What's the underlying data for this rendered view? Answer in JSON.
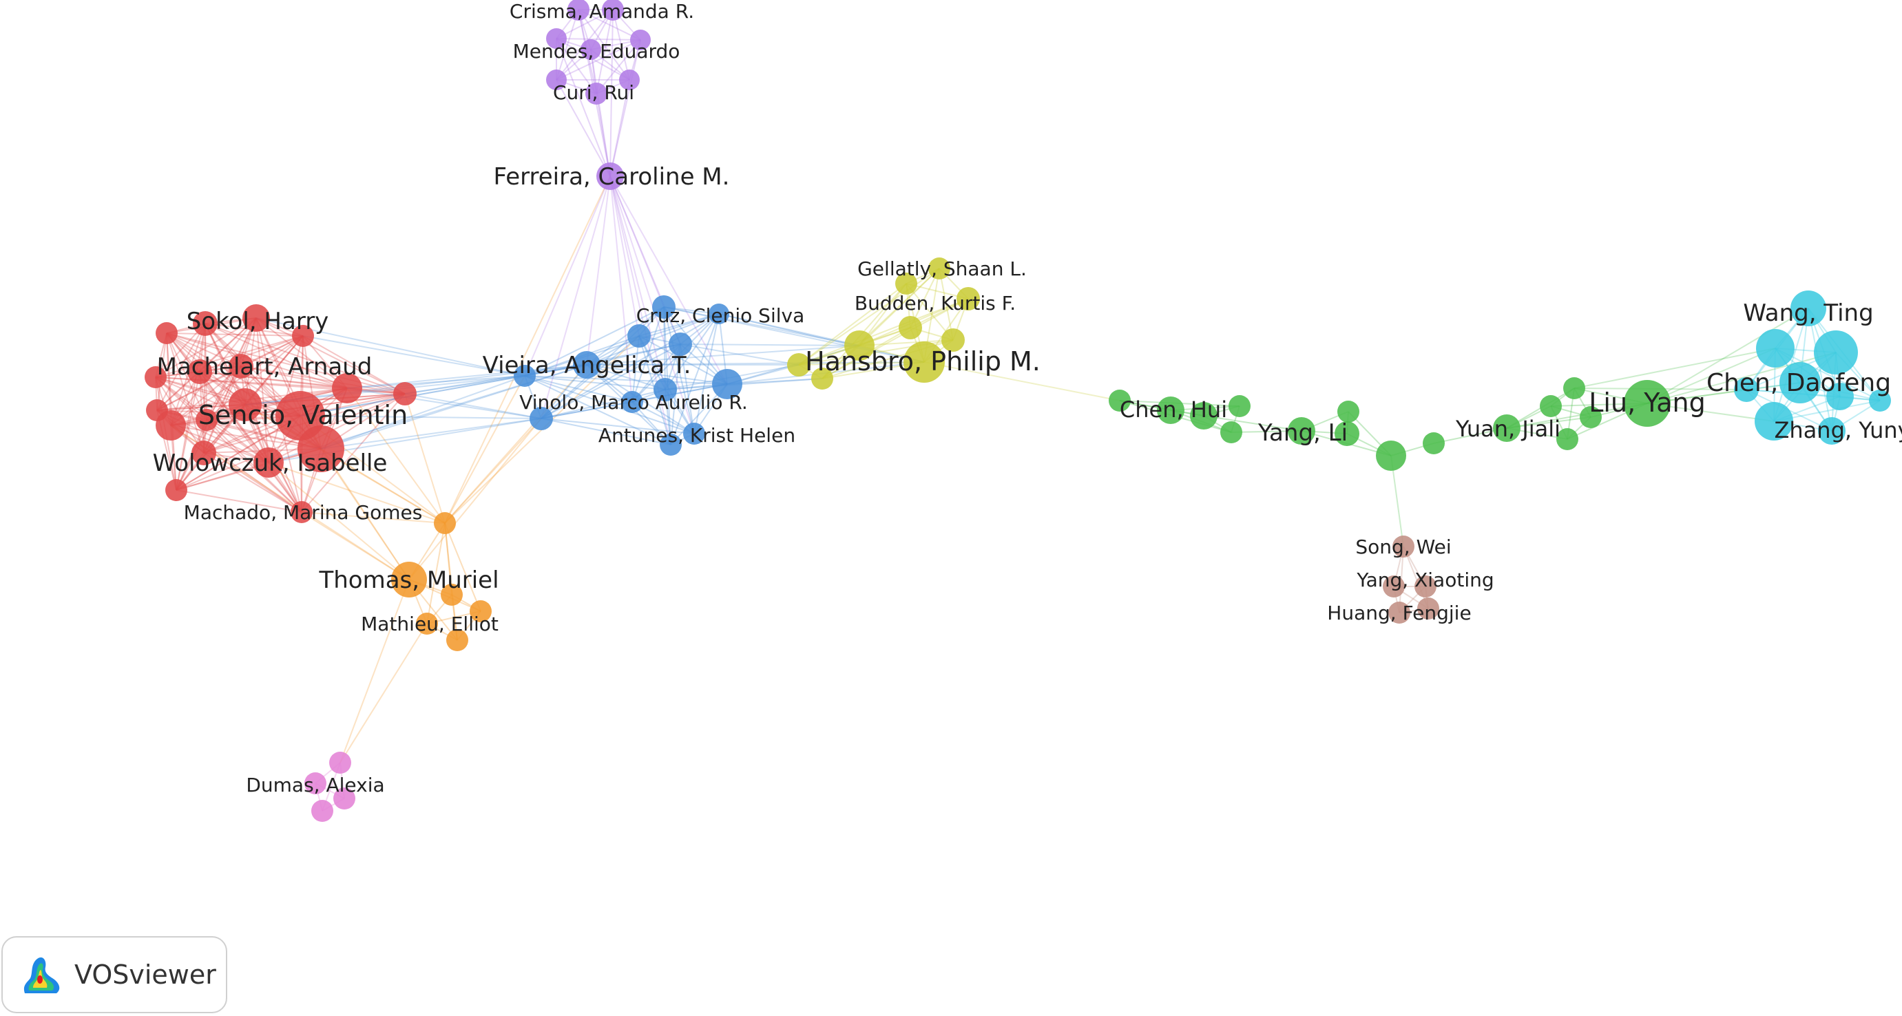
{
  "app": {
    "name": "VOSviewer"
  },
  "colors": {
    "red": "#e04a4a",
    "orange": "#f39a2e",
    "purple": "#b27ce6",
    "blue": "#4a90d9",
    "yellow": "#c9cc38",
    "green": "#4cbd4c",
    "cyan": "#3fcbe0",
    "brown": "#c28f84",
    "pink": "#e483d6"
  },
  "labels": {
    "crisma": "Crisma, Amanda R.",
    "mendes": "Mendes, Eduardo",
    "curi": "Curi, Rui",
    "ferreira": "Ferreira, Caroline M.",
    "gellatly": "Gellatly, Shaan L.",
    "budden": "Budden, Kurtis F.",
    "cruz": "Cruz, Clenio Silva",
    "hansbro": "Hansbro, Philip M.",
    "vieira": "Vieira, Angelica T.",
    "vinolo": "Vinolo, Marco Aurelio R.",
    "antunes": "Antunes, Krist Helen",
    "sokol": "Sokol, Harry",
    "machelart": "Machelart, Arnaud",
    "sencio": "Sencio, Valentin",
    "wolowczuk": "Wolowczuk, Isabelle",
    "machado": "Machado, Marina Gomes",
    "thomas": "Thomas, Muriel",
    "mathieu": "Mathieu, Elliot",
    "dumas": "Dumas, Alexia",
    "chenhui": "Chen, Hui",
    "yangli": "Yang, Li",
    "yuanjiali": "Yuan, Jiali",
    "liuyang": "Liu, Yang",
    "wangting": "Wang, Ting",
    "chendaofeng": "Chen, Daofeng",
    "zhangyunyi": "Zhang, Yunyi",
    "songwei": "Song, Wei",
    "yangxiaoting": "Yang, Xiaoting",
    "huangfengjie": "Huang, Fengjie"
  }
}
